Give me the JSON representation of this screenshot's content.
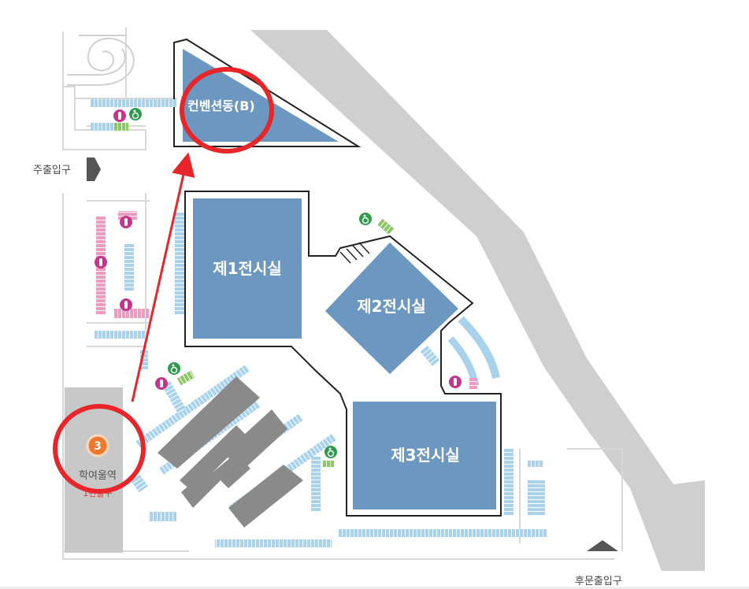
{
  "buildings": {
    "convention": "컨벤션동(B)",
    "hall1": "제1전시실",
    "hall2": "제2전시실",
    "hall3": "제3전시실"
  },
  "gates": {
    "main": "주출입구",
    "rear": "후문출입구"
  },
  "station": {
    "number": "3",
    "name": "학여울역",
    "exit": "1번출구"
  },
  "colors": {
    "building": "#6b97c0",
    "highlight": "#e8262a",
    "parking_blue": "#a9d3ec",
    "parking_pink": "#ee9ac1",
    "parking_green": "#8cc665",
    "road": "#cfcfcf",
    "station": "#f0782d",
    "toilet": "#c2368c",
    "accessible": "#2e9a4b"
  },
  "icons": [
    "toilet-icon",
    "wheelchair-icon",
    "arrow-right-icon",
    "arrow-up-icon",
    "subway-station-icon"
  ]
}
